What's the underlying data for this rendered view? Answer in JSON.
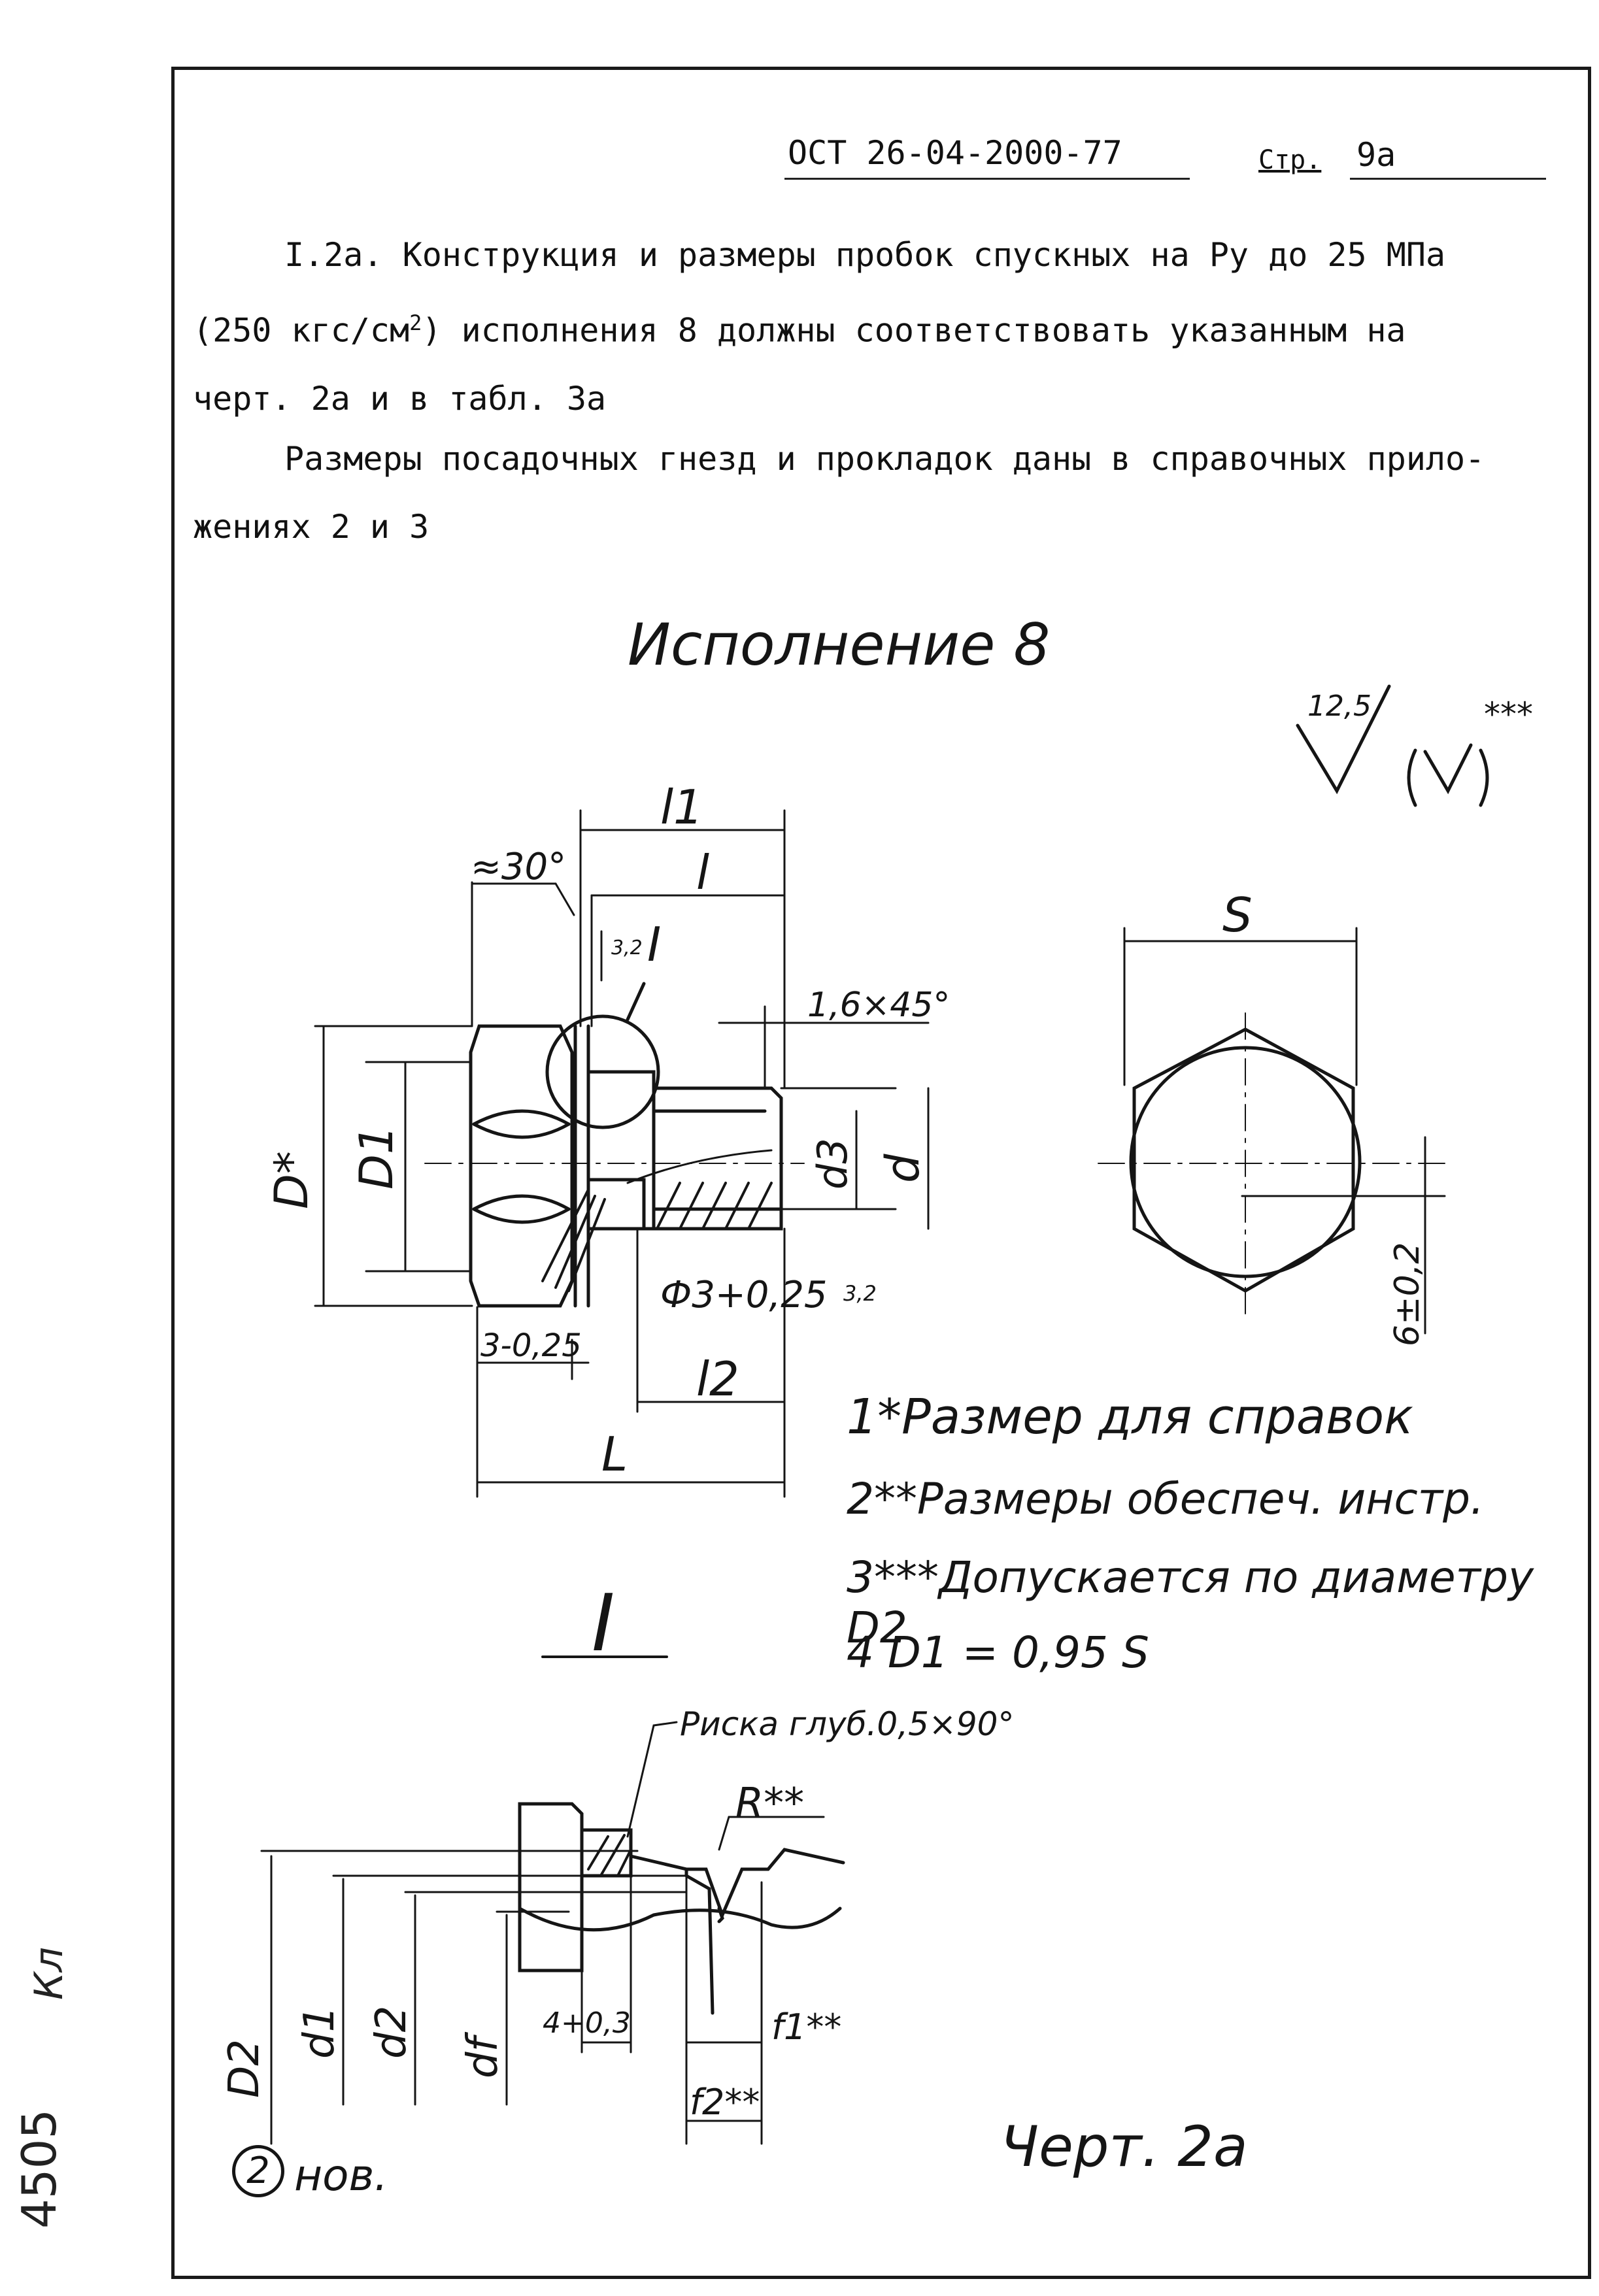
{
  "header": {
    "doc_code": "ОСТ 26-04-2000-77",
    "page_label": "Стр.",
    "page_number": "9а"
  },
  "body": {
    "para1_a": "I.2а. Конструкция и размеры пробок спускных на Ру до 25 МПа",
    "para1_b_pre": "(250 кгс/см",
    "para1_b_sup": "2",
    "para1_b_post": ") исполнения 8 должны соответствовать указанным на",
    "para1_c": "черт. 2а и в табл. 3а",
    "para2_a": "Размеры посадочных гнезд и прокладок даны в справочных прило-",
    "para2_b": "жениях 2 и 3"
  },
  "drawing": {
    "title": "Исполнение 8",
    "roughness_general": "12,5",
    "roughness_note": "***",
    "dim_l1": "l1",
    "dim_l": "l",
    "angle": "≈30°",
    "chamfer": "1,6×45°",
    "roughness_local": "3,2",
    "detail_ref": "I",
    "dim_D": "D*",
    "dim_D1": "D1",
    "dim_d3": "d3",
    "dim_d": "d",
    "hole": "Ф3+0,25",
    "dim_3": "3-0,25",
    "dim_l2": "l2",
    "dim_L": "L",
    "dim_S": "S",
    "dim_6": "6±0,2",
    "detail_title": "I",
    "groove": "Риска глуб.0,5×90°",
    "dim_R": "R**",
    "dim_D2": "D2",
    "dim_d1": "d1",
    "dim_d2": "d2",
    "dim_df": "df",
    "dim_4": "4+0,3",
    "dim_f1": "f1**",
    "dim_f2": "f2**"
  },
  "notes": {
    "n1": "1*Размер для справок",
    "n2": "2**Размеры обеспеч. инстр.",
    "n3": "3***Допускается по диаметру D2",
    "n4": "4 D1 = 0,95 S"
  },
  "footer": {
    "drawing_number": "Черт. 2а",
    "revision_num": "2",
    "revision_note": "нов.",
    "side_number": "4505",
    "side_sign": "Кл"
  }
}
